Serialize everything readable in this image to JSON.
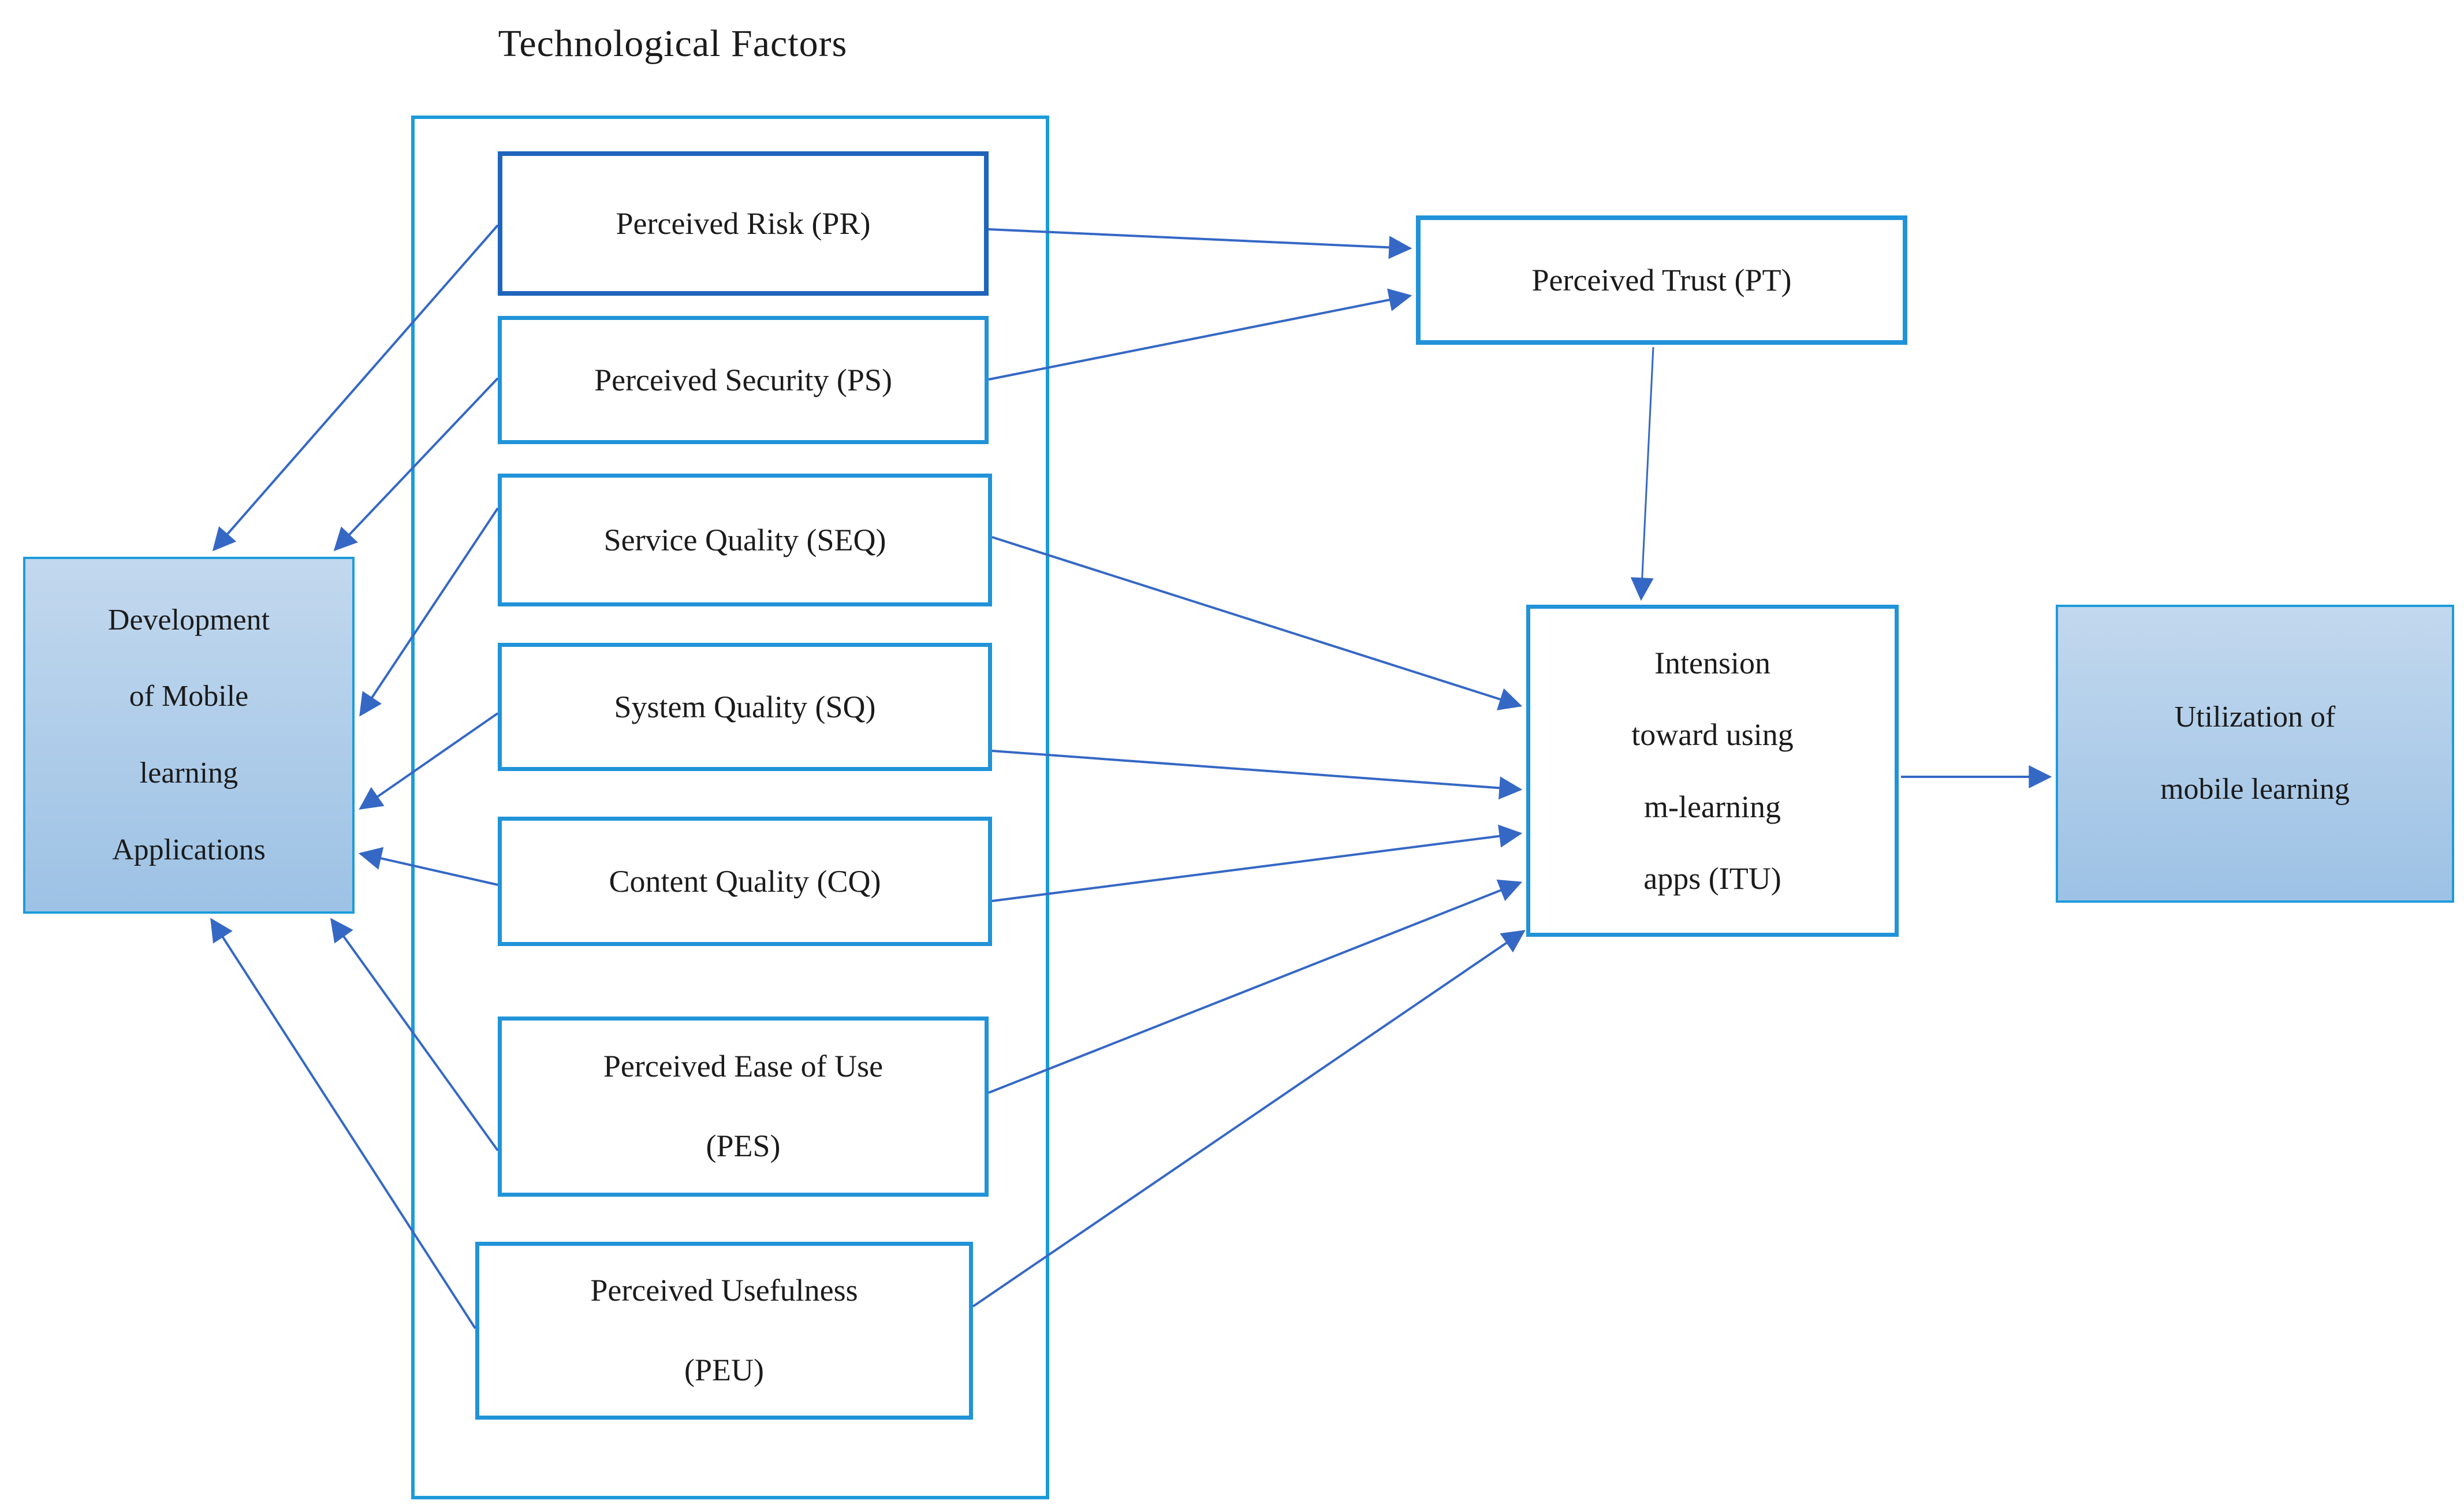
{
  "title": "Technological Factors",
  "nodes": {
    "development": {
      "lines": [
        "Development",
        "of Mobile",
        "learning",
        "Applications"
      ]
    },
    "pr": {
      "label": "Perceived Risk (PR)"
    },
    "ps": {
      "label": "Perceived Security (PS)"
    },
    "seq": {
      "label": "Service Quality (SEQ)"
    },
    "sq": {
      "label": "System Quality (SQ)"
    },
    "cq": {
      "label": "Content Quality (CQ)"
    },
    "pes": {
      "lines": [
        "Perceived Ease of Use",
        "(PES)"
      ]
    },
    "peu": {
      "lines": [
        "Perceived Usefulness",
        "(PEU)"
      ]
    },
    "pt": {
      "label": "Perceived Trust (PT)"
    },
    "itu": {
      "lines": [
        "Intension",
        "toward using",
        "m-learning",
        "apps (ITU)"
      ]
    },
    "utilization": {
      "lines": [
        "Utilization of",
        "mobile learning"
      ]
    }
  },
  "edges": [
    {
      "from": "pr",
      "to": "development"
    },
    {
      "from": "ps",
      "to": "development"
    },
    {
      "from": "seq",
      "to": "development"
    },
    {
      "from": "sq",
      "to": "development"
    },
    {
      "from": "cq",
      "to": "development"
    },
    {
      "from": "pes",
      "to": "development"
    },
    {
      "from": "peu",
      "to": "development"
    },
    {
      "from": "pr",
      "to": "pt"
    },
    {
      "from": "ps",
      "to": "pt"
    },
    {
      "from": "pt",
      "to": "itu"
    },
    {
      "from": "seq",
      "to": "itu"
    },
    {
      "from": "sq",
      "to": "itu"
    },
    {
      "from": "cq",
      "to": "itu"
    },
    {
      "from": "pes",
      "to": "itu"
    },
    {
      "from": "peu",
      "to": "itu"
    },
    {
      "from": "itu",
      "to": "utilization"
    }
  ],
  "colors": {
    "container_border": "#1d9bd9",
    "box_border": "#2193d8",
    "pr_border": "#2064bb",
    "gradient_top": "#c2d8ee",
    "gradient_bottom": "#9dc2e5",
    "arrow": "#3568c5",
    "text": "#1b1b1b"
  }
}
